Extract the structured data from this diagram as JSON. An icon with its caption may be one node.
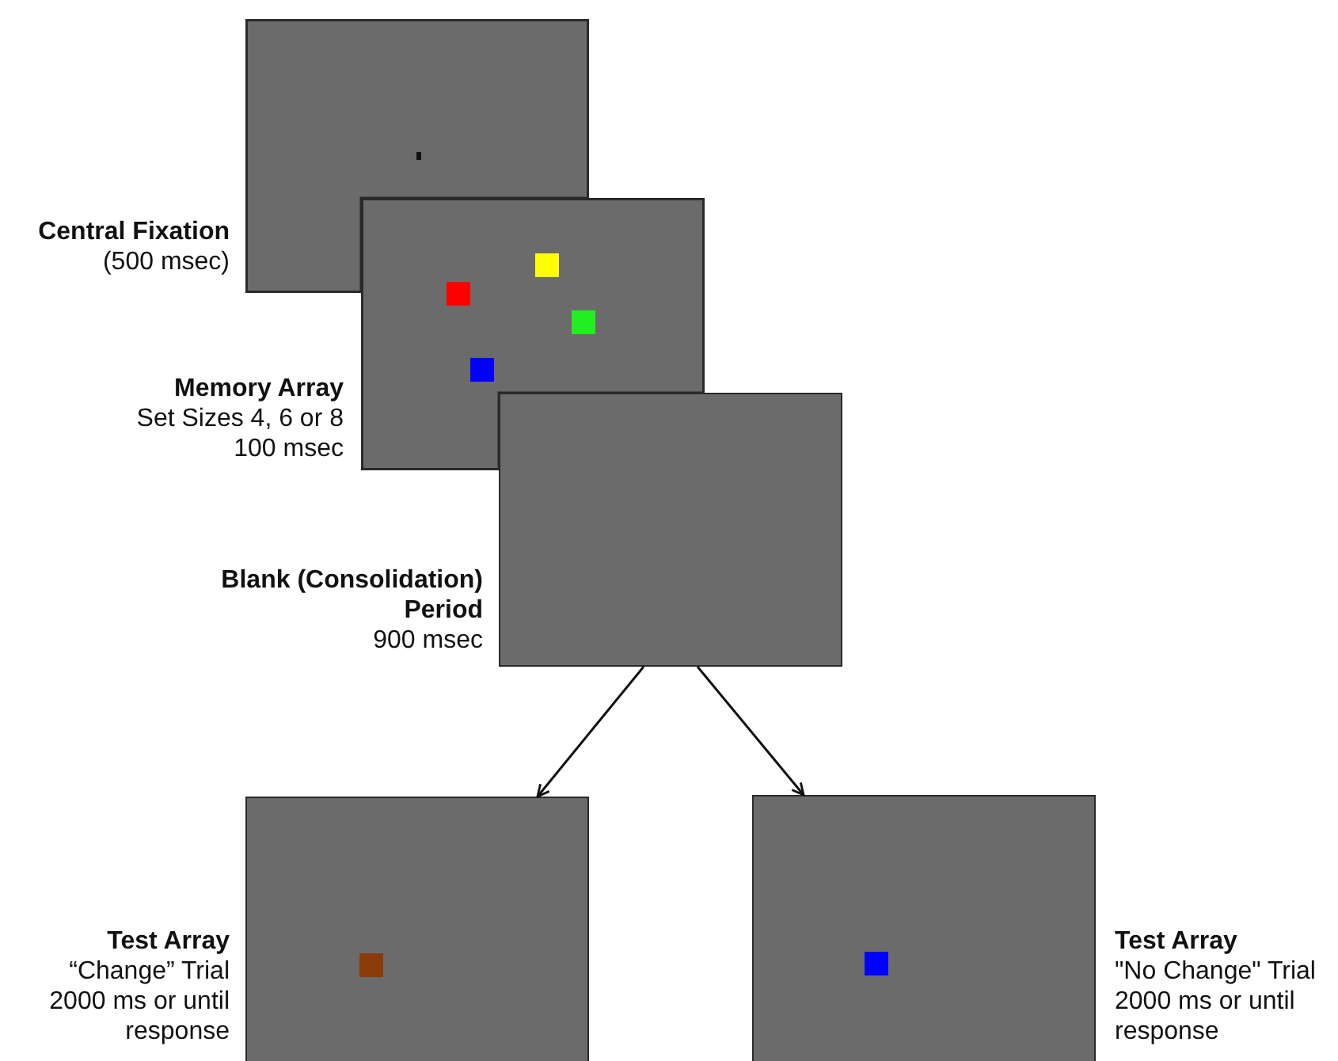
{
  "diagram": {
    "nodes": [
      {
        "text": [],
        "shape": "box",
        "beside": [
          "Central Fixation",
          "(500 msec)"
        ]
      },
      {
        "text": [],
        "shape": "box",
        "beside": [
          "Memory Array",
          "Set Sizes 4, 6 or 8",
          "100 msec"
        ]
      },
      {
        "text": [],
        "shape": "box",
        "beside": [
          "Blank (Consolidation) Period",
          "900 msec"
        ]
      },
      {
        "text": [],
        "shape": "box",
        "beside": [
          "Test Array",
          "“Change” Trial",
          "2000 ms or until response"
        ]
      },
      {
        "text": [],
        "shape": "box",
        "beside": [
          "Test Array",
          "\"No Change\" Trial",
          "2000 ms or until response"
        ]
      }
    ],
    "edges": [
      {
        "from": 2,
        "to": 3,
        "arrow": "to"
      },
      {
        "from": 2,
        "to": 4,
        "arrow": "to"
      }
    ]
  }
}
